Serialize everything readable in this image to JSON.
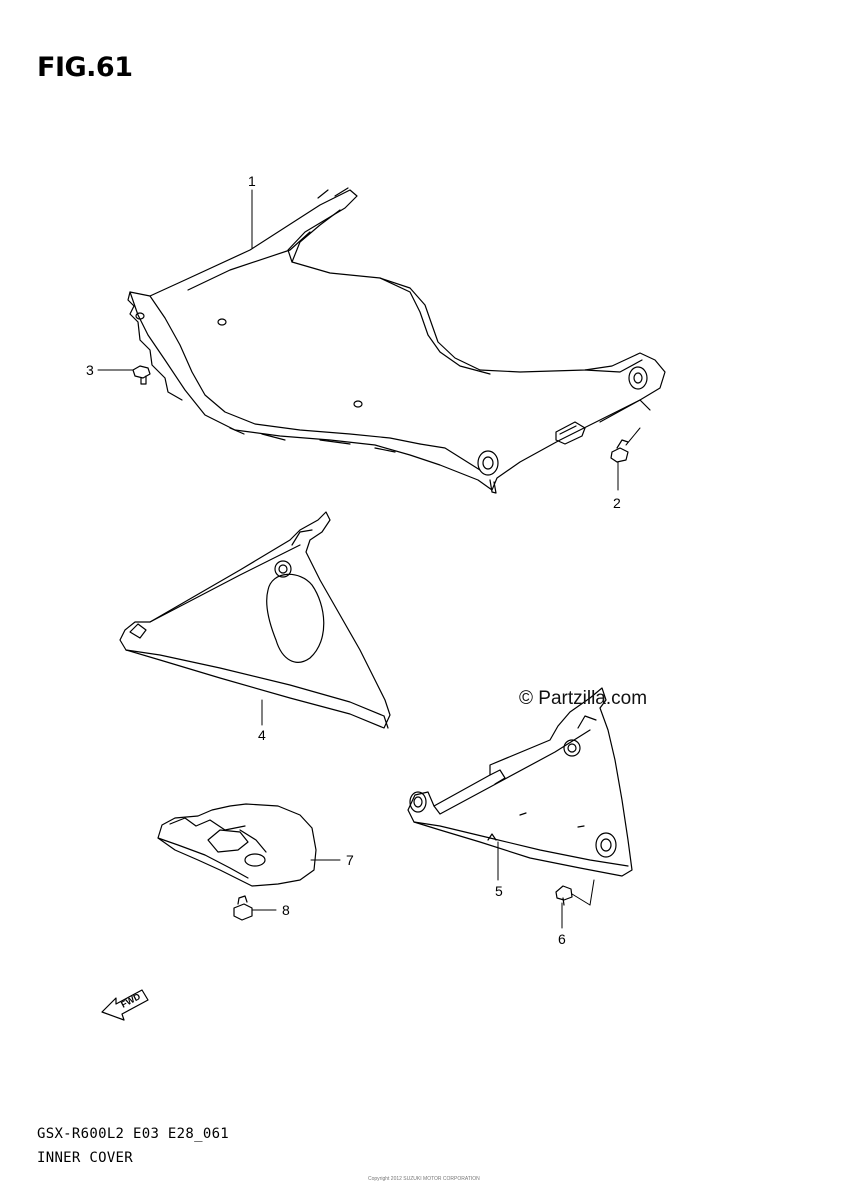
{
  "figure": {
    "title": "FIG.61",
    "model_code": "GSX-R600L2 E03 E28_061",
    "group_name": "INNER COVER"
  },
  "watermark": "© Partzilla.com",
  "footer_note": "Copyright 2012 SUZUKI MOTOR CORPORATION",
  "callouts": [
    "1",
    "2",
    "3",
    "4",
    "5",
    "6",
    "7",
    "8"
  ],
  "direction_arrow": {
    "label": "FWD",
    "icon": "forward-arrow-icon"
  }
}
